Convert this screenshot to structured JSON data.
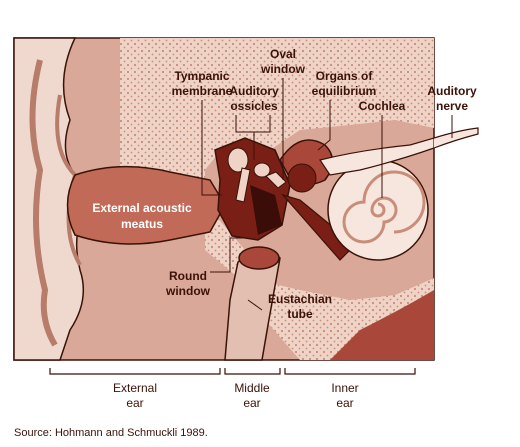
{
  "labels": {
    "tympanic_membrane": [
      "Tympanic",
      "membrane"
    ],
    "auditory_ossicles": [
      "Auditory",
      "ossicles"
    ],
    "oval_window": [
      "Oval",
      "window"
    ],
    "organs_of_equilibrium": [
      "Organs of",
      "equilibrium"
    ],
    "cochlea": [
      "Cochlea"
    ],
    "auditory_nerve": [
      "Auditory",
      "nerve"
    ],
    "external_acoustic_meatus": [
      "External acoustic",
      "meatus"
    ],
    "round_window": [
      "Round",
      "window"
    ],
    "eustachian_tube": [
      "Eustachian",
      "tube"
    ]
  },
  "regions": {
    "external_ear": [
      "External",
      "ear"
    ],
    "middle_ear": [
      "Middle",
      "ear"
    ],
    "inner_ear": [
      "Inner",
      "ear"
    ]
  },
  "source": "Source: Hohmann and Schmuckli 1989.",
  "colors": {
    "bone": "#eed3c6",
    "bone_dots": "#c98e79",
    "soft_tissue": "#d9a899",
    "deep": "#a8473a",
    "dark": "#7a1f16",
    "black": "#3a0d08",
    "cochlea_fill": "#f6e6de",
    "line": "#3a1208"
  }
}
